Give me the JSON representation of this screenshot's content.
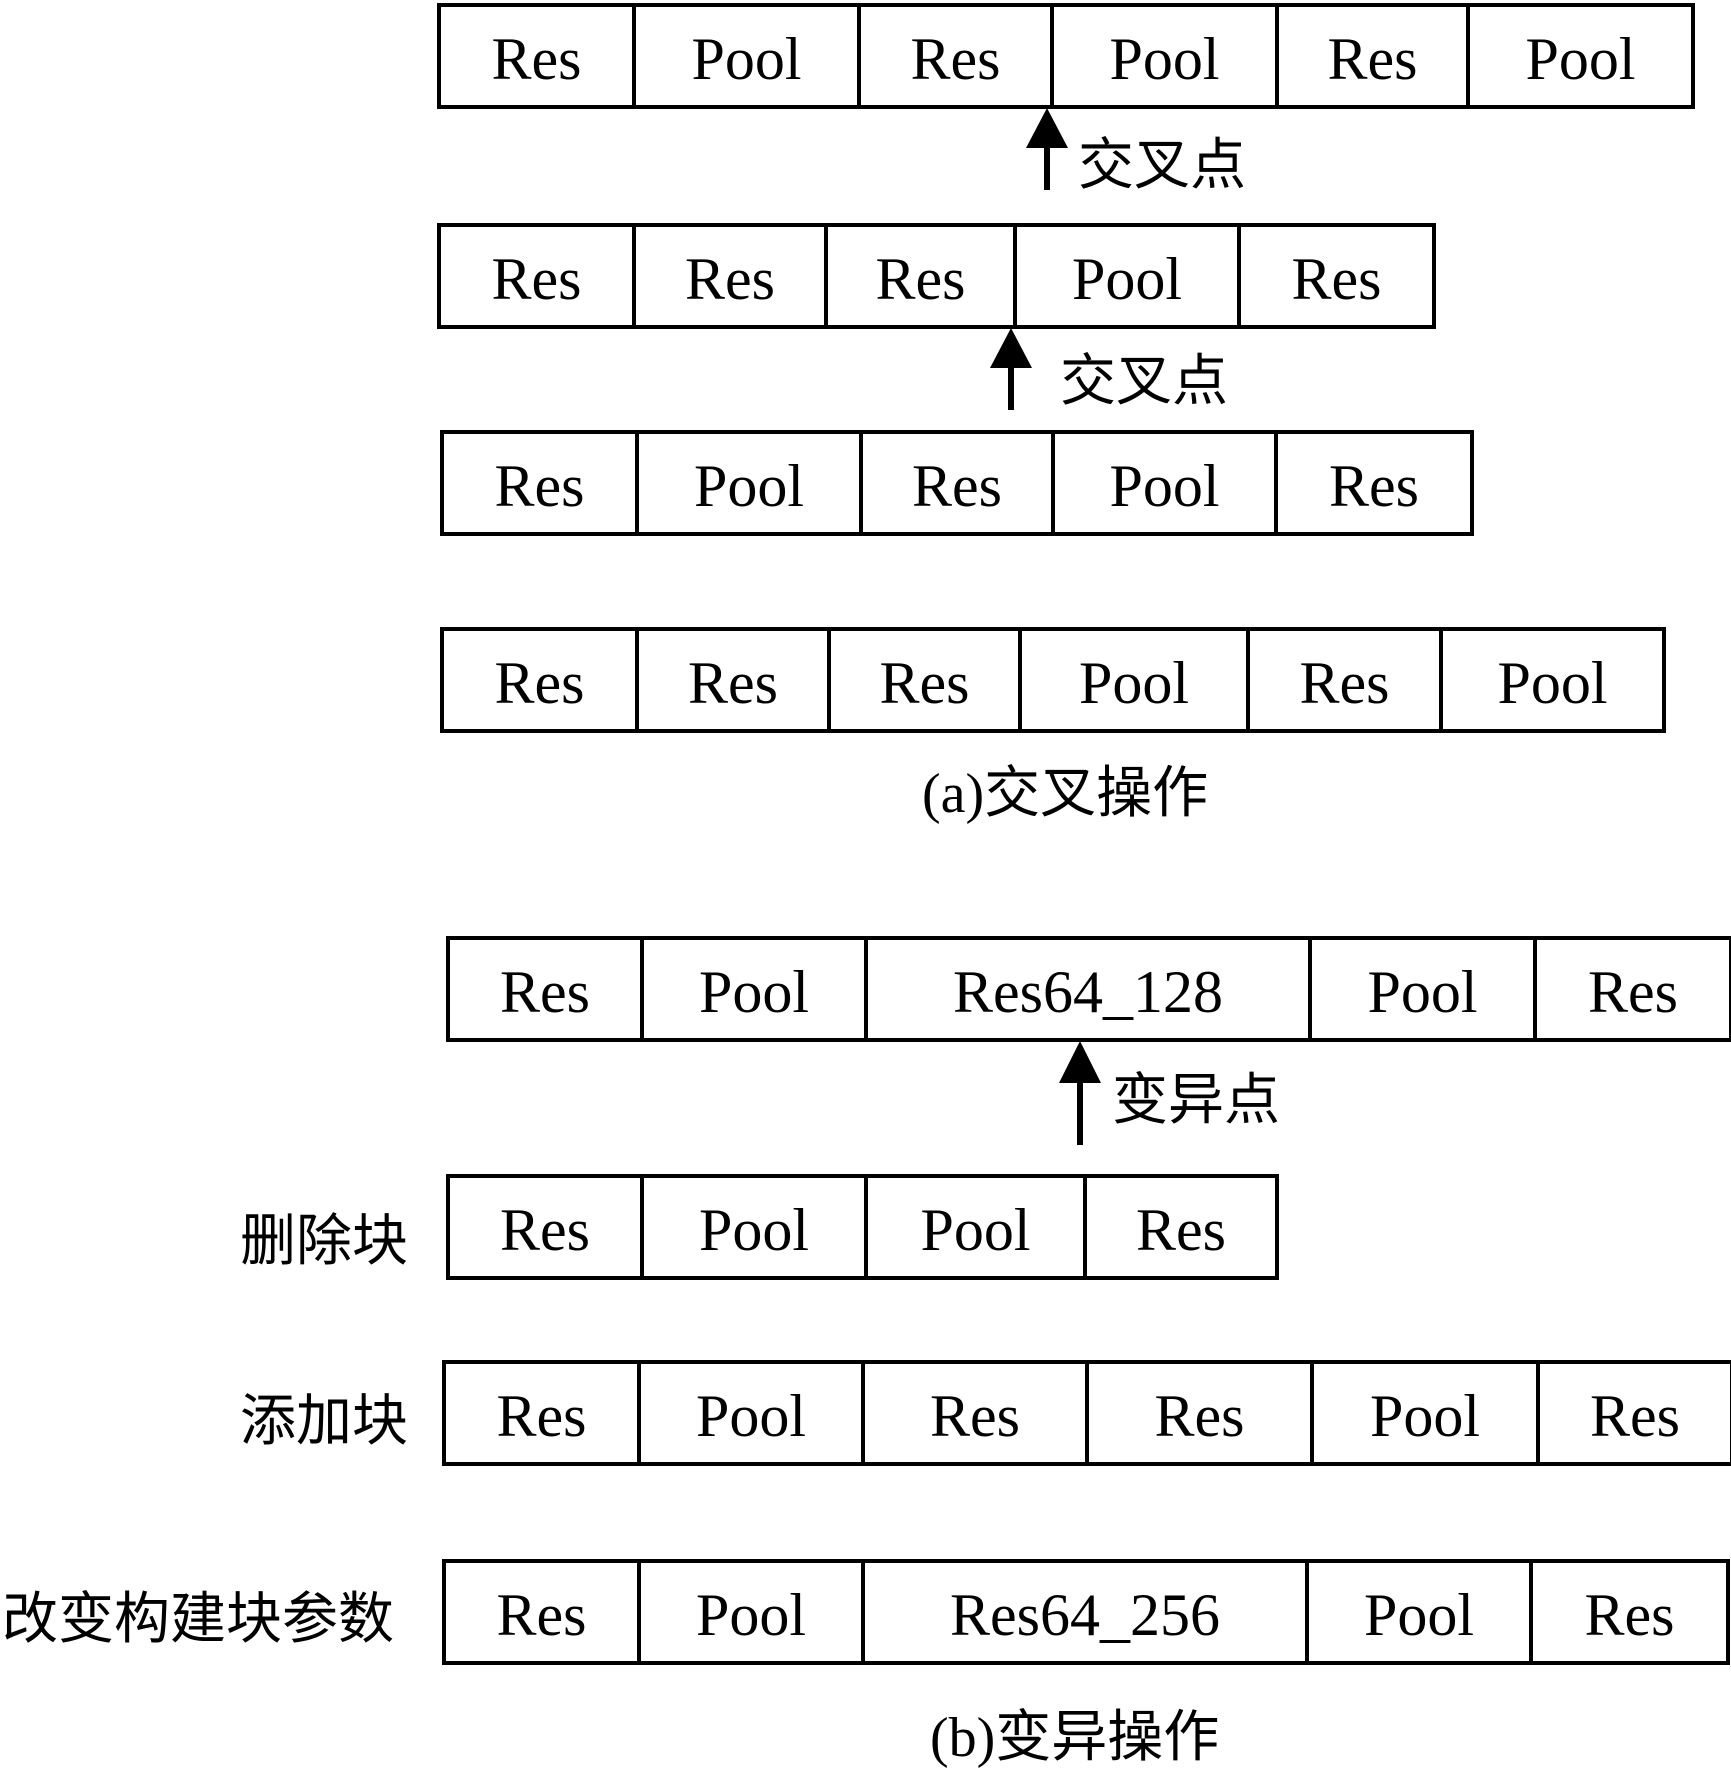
{
  "crossover": {
    "rows": [
      [
        "Res",
        "Pool",
        "Res",
        "Pool",
        "Res",
        "Pool"
      ],
      [
        "Res",
        "Res",
        "Res",
        "Pool",
        "Res"
      ],
      [
        "Res",
        "Pool",
        "Res",
        "Pool",
        "Res"
      ],
      [
        "Res",
        "Res",
        "Res",
        "Pool",
        "Res",
        "Pool"
      ]
    ],
    "point_label_1": "交叉点",
    "point_label_2": "交叉点",
    "caption": "(a)交叉操作"
  },
  "mutation": {
    "original_row": [
      "Res",
      "Pool",
      "Res64_128",
      "Pool",
      "Res"
    ],
    "point_label": "变异点",
    "delete_label": "删除块",
    "delete_row": [
      "Res",
      "Pool",
      "Pool",
      "Res"
    ],
    "add_label": "添加块",
    "add_row": [
      "Res",
      "Pool",
      "Res",
      "Res",
      "Pool",
      "Res"
    ],
    "change_label": "改变构建块参数",
    "change_row": [
      "Res",
      "Pool",
      "Res64_256",
      "Pool",
      "Res"
    ],
    "caption": "(b)变异操作"
  }
}
